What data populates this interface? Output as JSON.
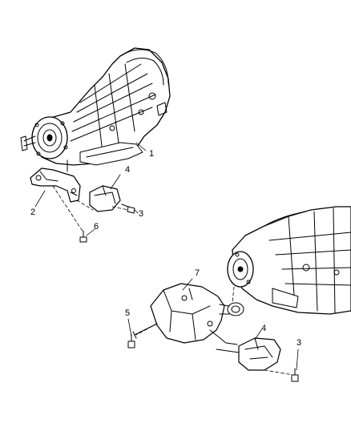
{
  "callouts": {
    "c1": "1",
    "c2": "2",
    "c3a": "3",
    "c4a": "4",
    "c6": "6",
    "c7": "7",
    "c5": "5",
    "c4b": "4",
    "c3b": "3"
  }
}
